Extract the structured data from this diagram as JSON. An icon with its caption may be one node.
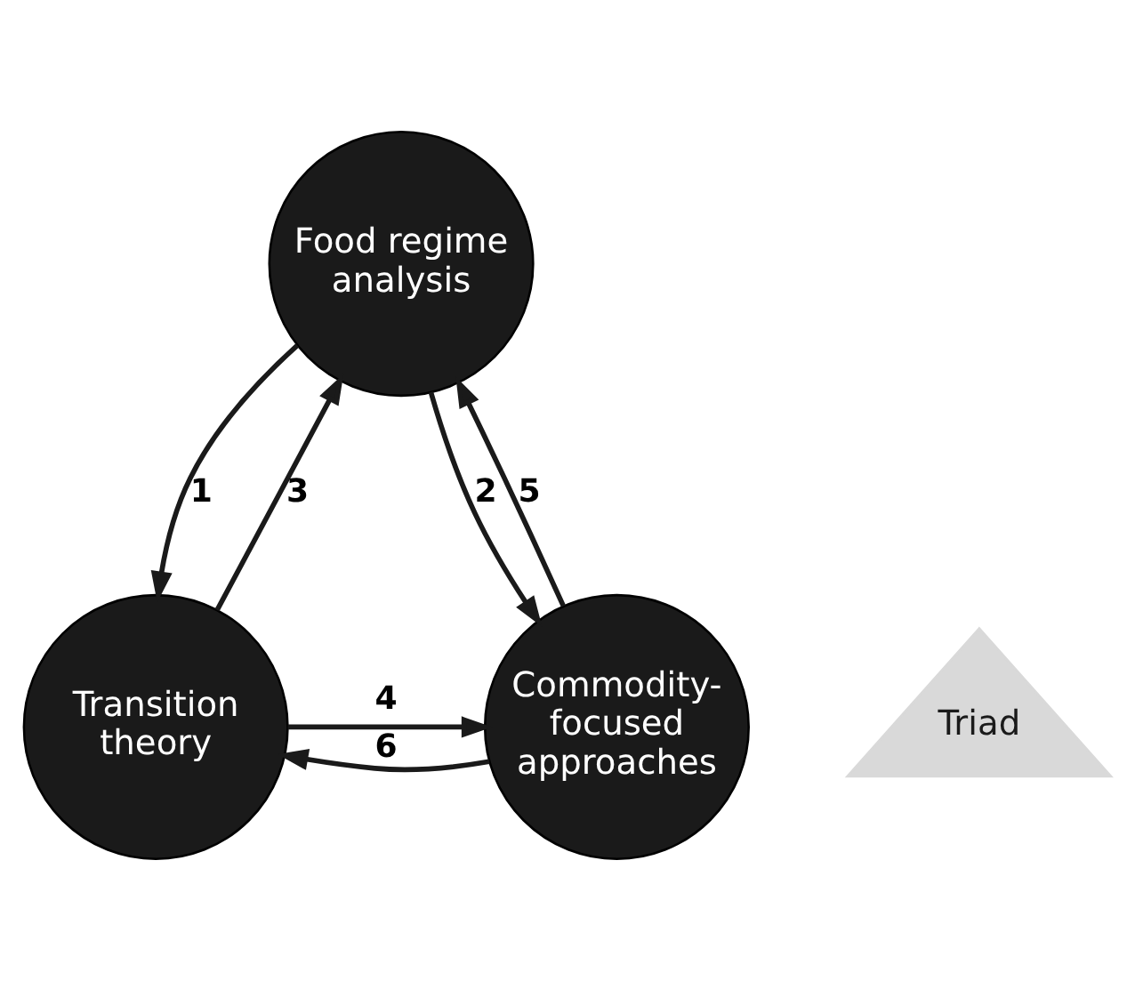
{
  "diagram": {
    "nodes": [
      {
        "text": [
          "Food regime analysis"
        ]
      },
      {
        "text": [
          "Transition theory"
        ]
      },
      {
        "text": [
          "Commodity-focused approaches"
        ]
      },
      {
        "text": [
          "Triad"
        ]
      }
    ],
    "edges": [
      {
        "from": 0,
        "to": 1,
        "arrow": "to",
        "label": "1"
      },
      {
        "from": 0,
        "to": 2,
        "arrow": "to",
        "label": "2"
      },
      {
        "from": 1,
        "to": 0,
        "arrow": "to",
        "label": "3"
      },
      {
        "from": 1,
        "to": 2,
        "arrow": "to",
        "label": "4"
      },
      {
        "from": 2,
        "to": 0,
        "arrow": "to",
        "label": "5"
      },
      {
        "from": 2,
        "to": 1,
        "arrow": "to",
        "label": "6"
      }
    ]
  }
}
